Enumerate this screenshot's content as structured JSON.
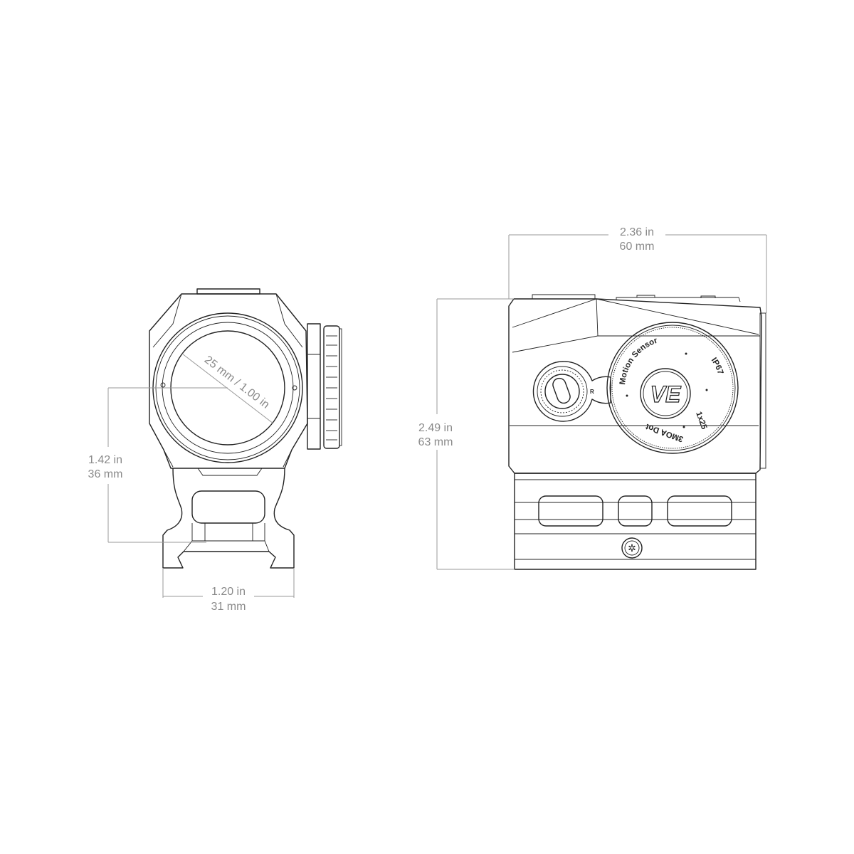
{
  "front_view": {
    "lens_diameter_label": "25 mm / 1.00 in",
    "height_to_center": {
      "in": "1.42 in",
      "mm": "36 mm"
    },
    "mount_width": {
      "in": "1.20 in",
      "mm": "31 mm"
    }
  },
  "side_view": {
    "overall_length": {
      "in": "2.36 in",
      "mm": "60 mm"
    },
    "overall_height": {
      "in": "2.49 in",
      "mm": "63 mm"
    },
    "turret_markings": {
      "top": "Motion Sensor",
      "right_top": "IP67",
      "right": "1x25",
      "bottom": "3MOA Dot",
      "logo": "VE"
    },
    "knob_marking": "R"
  },
  "colors": {
    "line": "#222222",
    "dimension": "#8a8a8a",
    "background": "#ffffff"
  }
}
